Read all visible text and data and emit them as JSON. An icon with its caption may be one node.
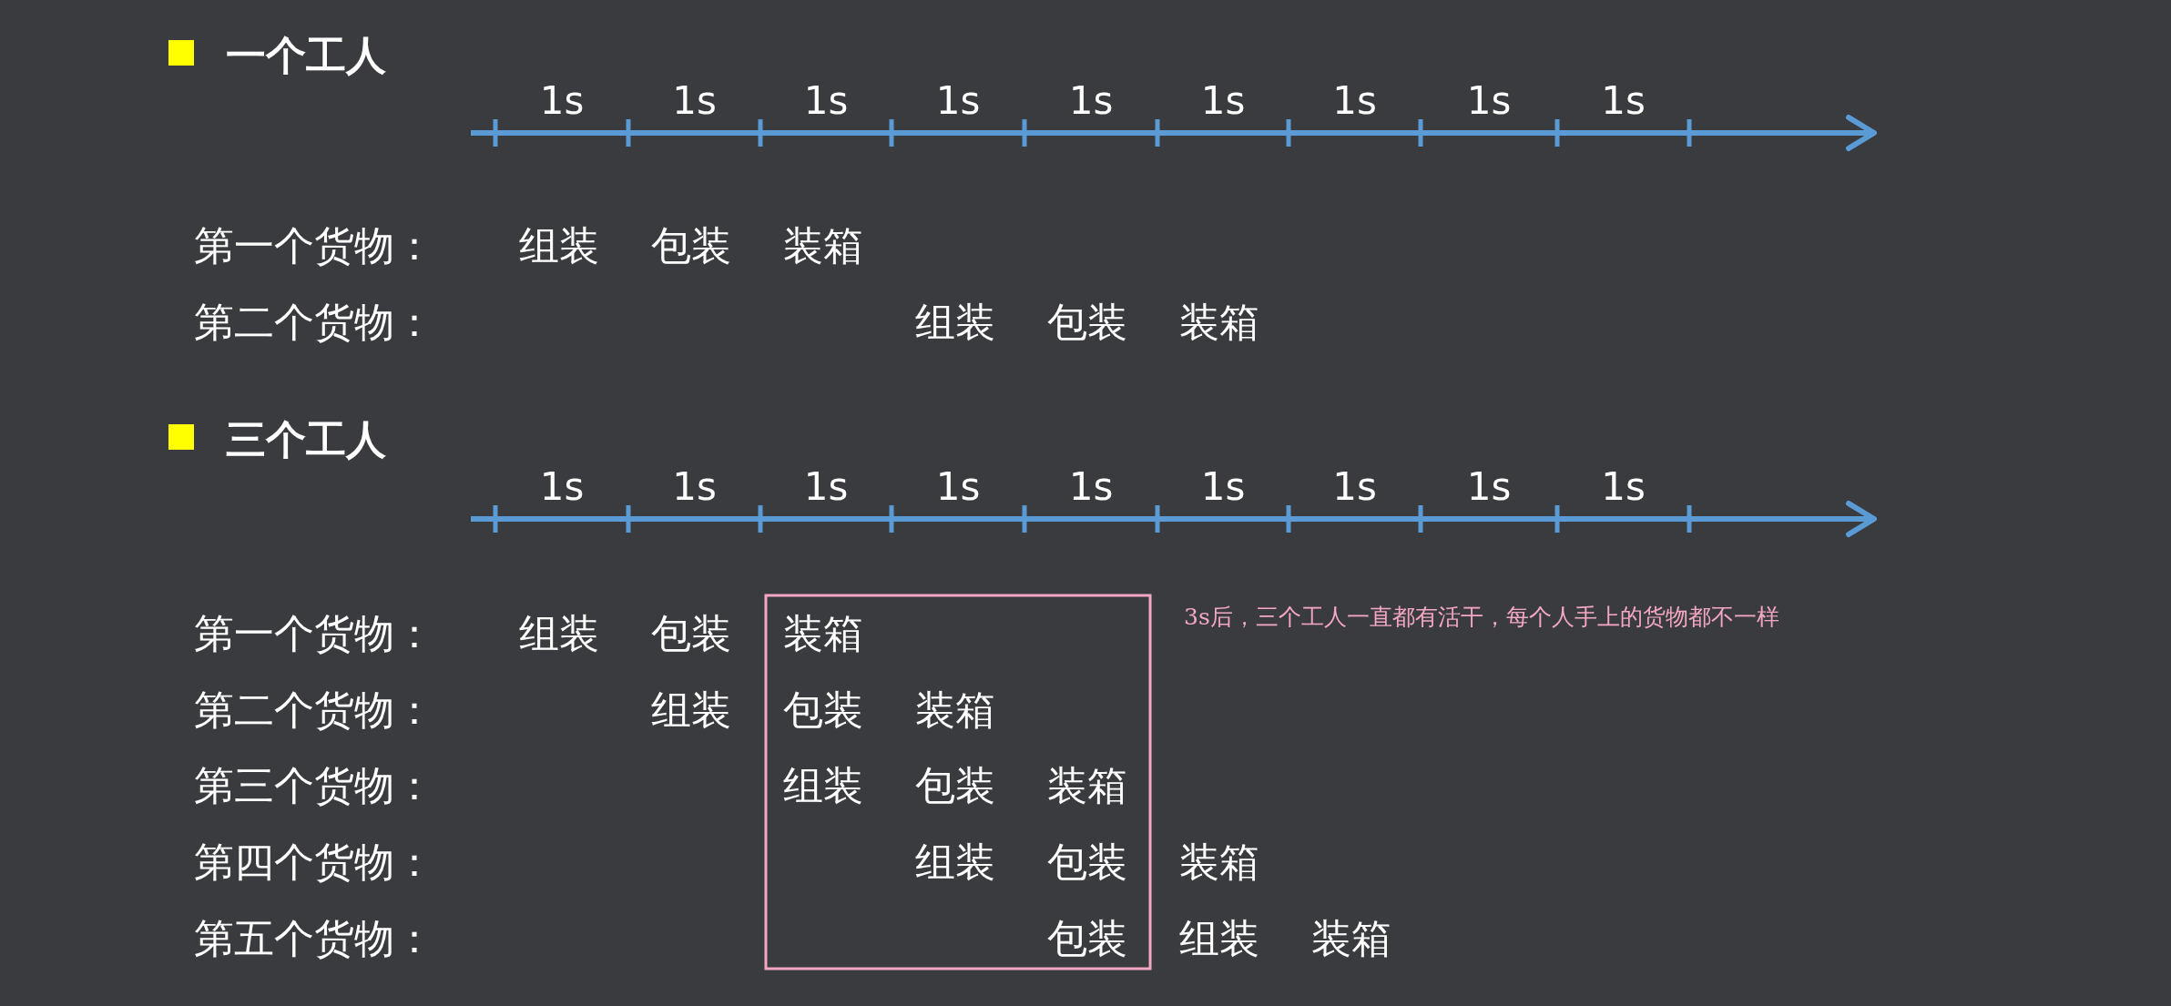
{
  "diagram": {
    "labels": [
      "一个工人",
      "1s",
      "1s",
      "1s",
      "1s",
      "1s",
      "1s",
      "1s",
      "1s",
      "1s",
      "第一个货物：",
      "组装",
      "包装",
      "装箱",
      "第二个货物：",
      "组装",
      "包装",
      "装箱",
      "三个工人",
      "1s",
      "1s",
      "1s",
      "1s",
      "1s",
      "1s",
      "1s",
      "1s",
      "1s",
      "第一个货物：",
      "组装",
      "包装",
      "装箱",
      "3s后，三个工人一直都有活干，每个人手上的货物都不一样",
      "第二个货物：",
      "组装",
      "包装",
      "装箱",
      "第三个货物：",
      "组装",
      "包装",
      "装箱",
      "第四个货物：",
      "组装",
      "包装",
      "装箱",
      "第五个货物：",
      "包装",
      "组装",
      "装箱"
    ]
  }
}
